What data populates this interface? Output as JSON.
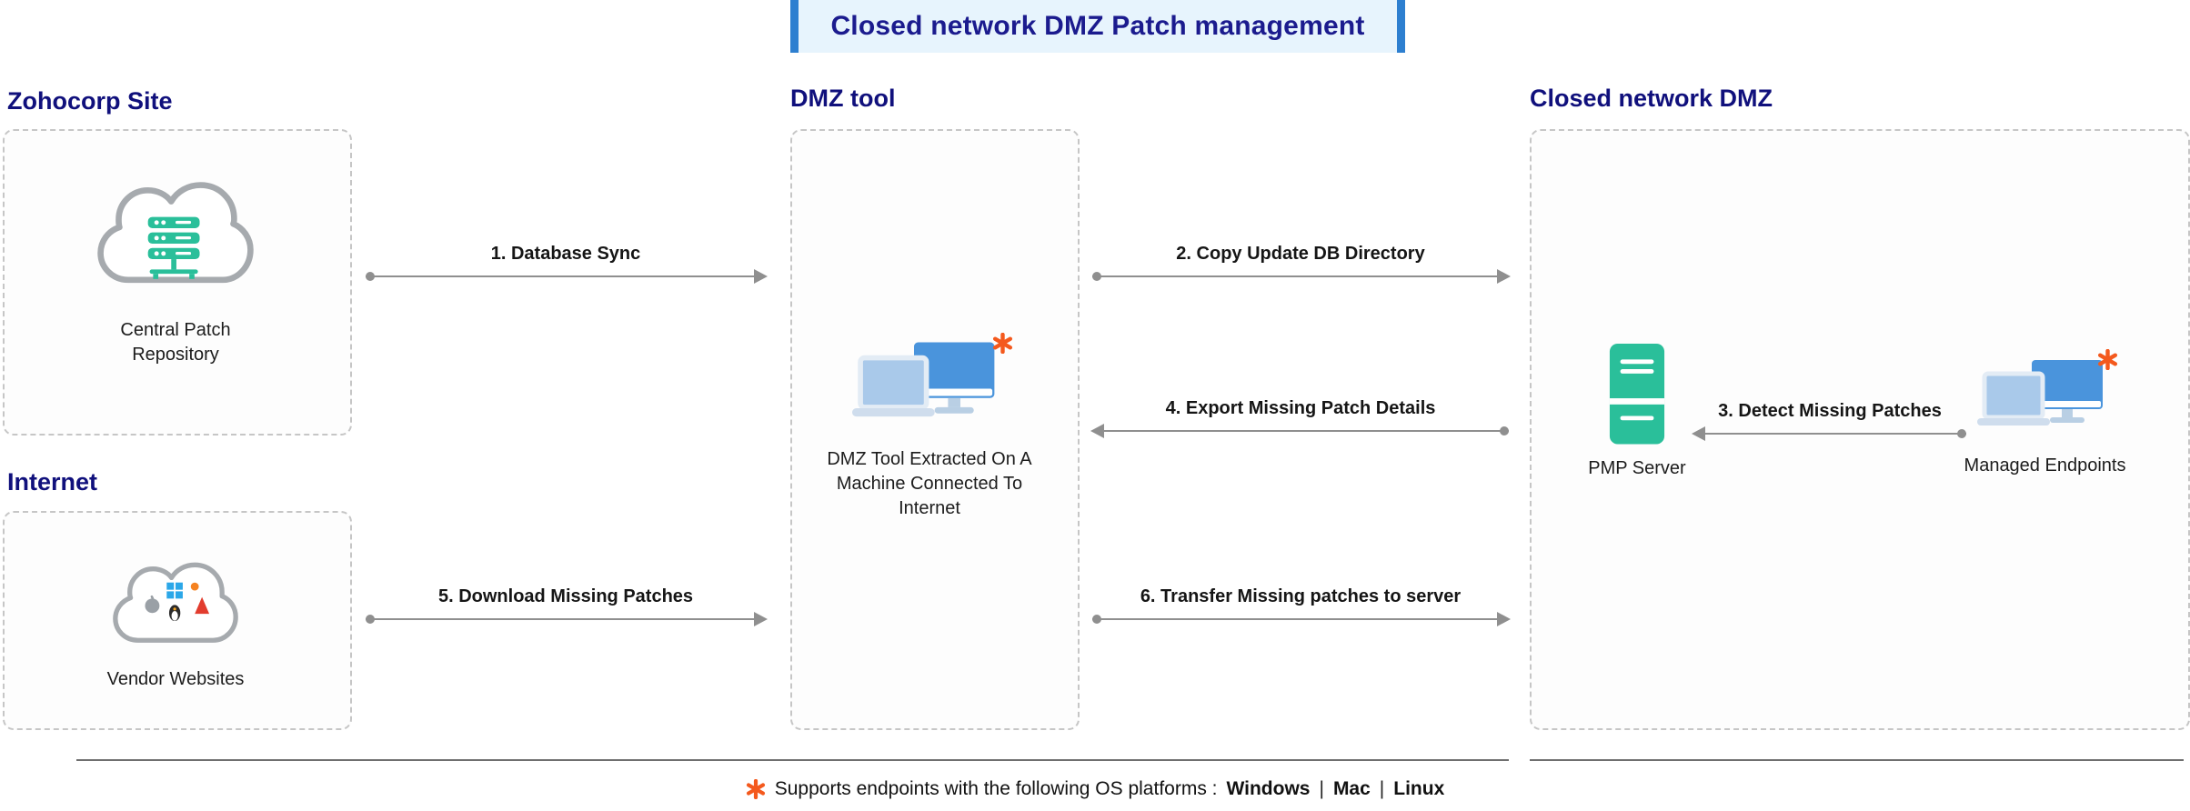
{
  "title": "Closed network DMZ Patch management",
  "sections": {
    "zohocorp": {
      "header": "Zohocorp Site",
      "node": "Central Patch Repository"
    },
    "internet": {
      "header": "Internet",
      "node": "Vendor Websites"
    },
    "dmz_tool": {
      "header": "DMZ tool",
      "node": "DMZ Tool Extracted On A Machine Connected To Internet"
    },
    "closed_dmz": {
      "header": "Closed network DMZ",
      "pmp": "PMP Server",
      "endpoints": "Managed Endpoints"
    }
  },
  "arrows": {
    "database_sync": "1. Database Sync",
    "copy_update_db": "2. Copy Update DB Directory",
    "detect_missing": "3. Detect Missing Patches",
    "export_missing": "4. Export Missing Patch Details",
    "download_missing": "5. Download Missing Patches",
    "transfer_missing": "6. Transfer Missing patches to server"
  },
  "annotations": {
    "asterisk": "✱"
  },
  "footer": {
    "prefix": "Supports endpoints with the following OS platforms :",
    "platforms": [
      "Windows",
      "Mac",
      "Linux"
    ],
    "separator": "|"
  },
  "icons": {
    "cloud_repository": "cloud-with-server-stack",
    "vendor_cloud": "cloud-with-os-logos",
    "computer_pair": "laptop-and-monitor",
    "server_tower": "server-tower",
    "asterisk": "orange-heavy-asterisk"
  },
  "colors": {
    "heading_navy": "#10107c",
    "title_navy": "#1b1b8e",
    "title_bg": "#e7f4fd",
    "title_bar_blue": "#2d7fd0",
    "teal": "#2abf9a",
    "monitor_blue": "#4a94dc",
    "laptop_blue": "#a9c9ea",
    "asterisk_orange": "#f4591d",
    "arrow_gray": "#8f8f8f",
    "box_border_gray": "#c6c6c6"
  }
}
